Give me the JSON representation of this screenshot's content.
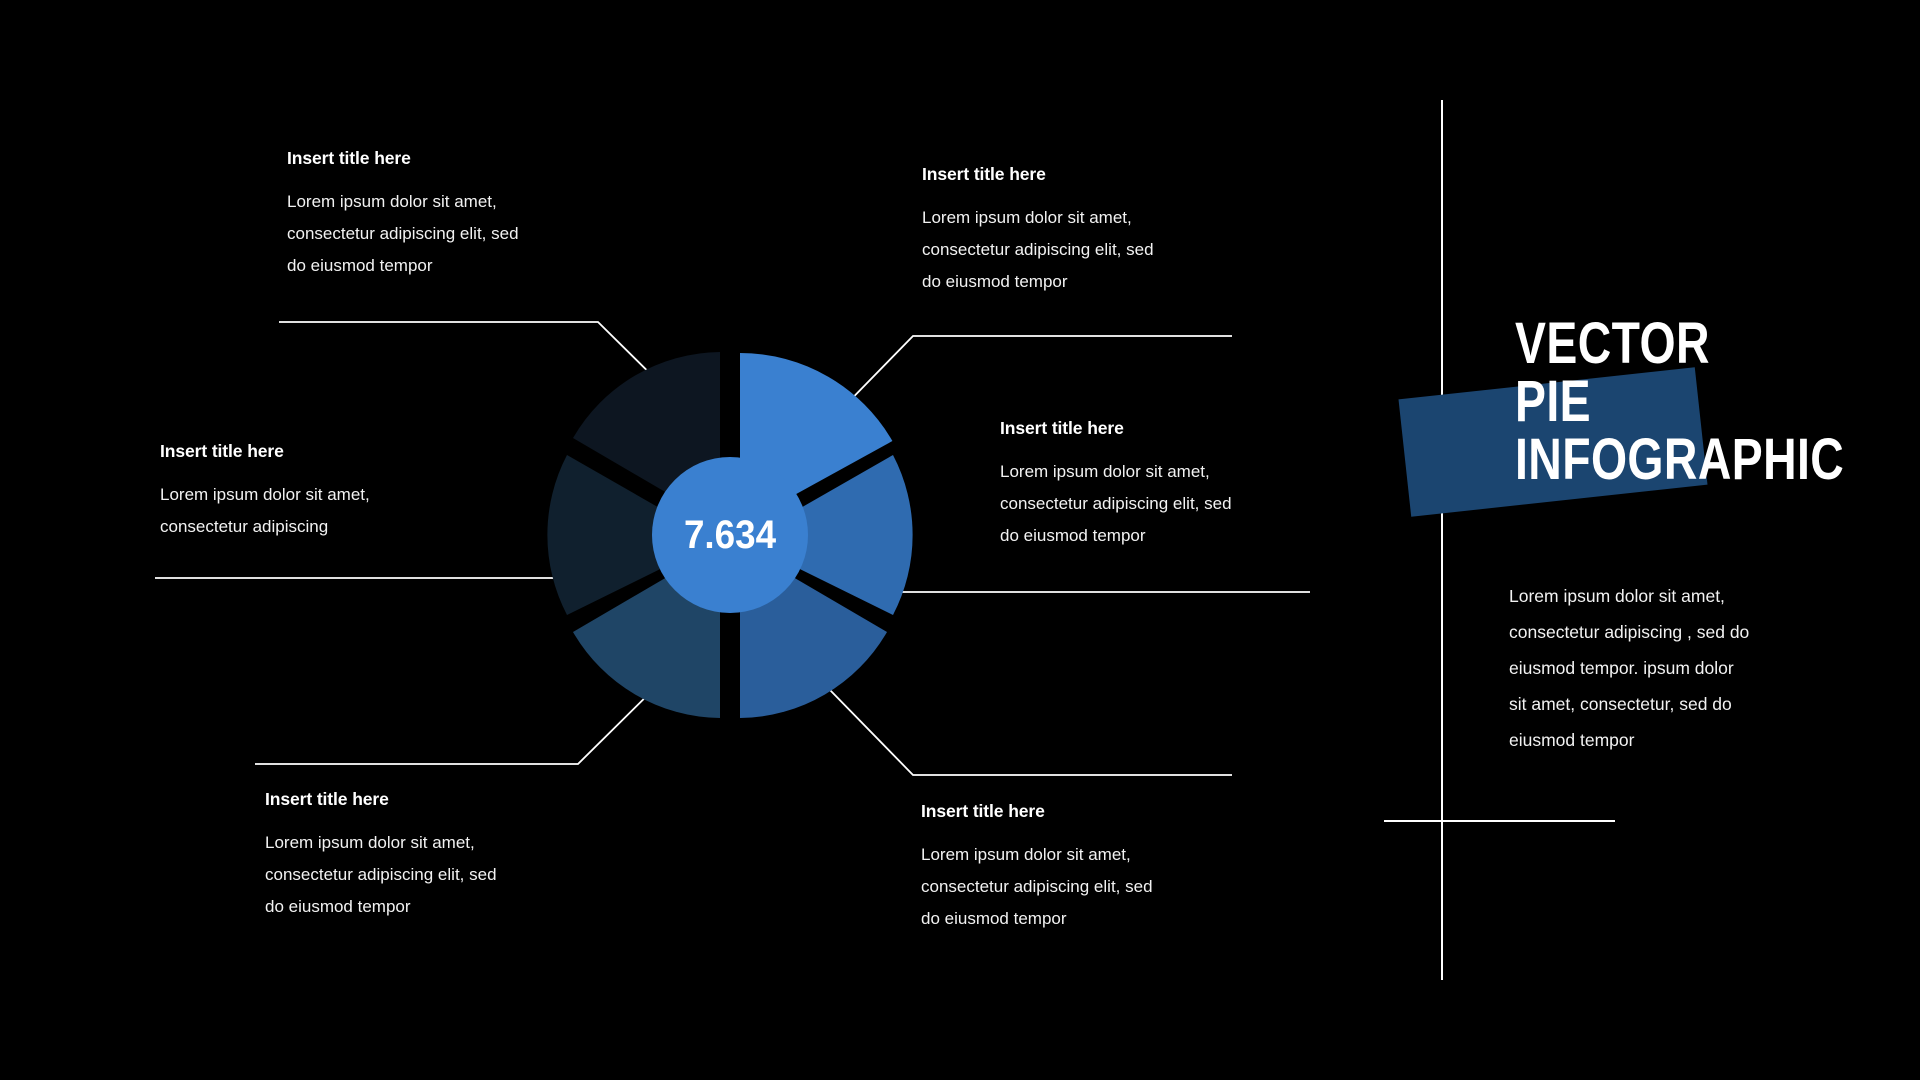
{
  "background_color": "#000000",
  "chart_data": {
    "type": "pie",
    "title": "Vector Pie Infographic",
    "center_value": "7.634",
    "center_color": "#3a80d0",
    "segments": [
      {
        "label": "Insert title here",
        "start_angle": 270,
        "end_angle": 330,
        "color": "#3a80d0",
        "position": "top-right"
      },
      {
        "label": "Insert title here",
        "start_angle": 330,
        "end_angle": 30,
        "color": "#2f6bb0",
        "position": "right"
      },
      {
        "label": "Insert title here",
        "start_angle": 30,
        "end_angle": 90,
        "color": "#2a5e9b",
        "position": "bottom-right"
      },
      {
        "label": "Insert title here",
        "start_angle": 90,
        "end_angle": 150,
        "color": "#1f4566",
        "position": "bottom-left"
      },
      {
        "label": "Insert title here",
        "start_angle": 150,
        "end_angle": 210,
        "color": "#10202e",
        "position": "left"
      },
      {
        "label": "Insert title here",
        "start_angle": 210,
        "end_angle": 270,
        "color": "#0d1621",
        "position": "top-left"
      }
    ],
    "legend_position": "around-chart",
    "grid": false
  },
  "callouts": [
    {
      "id": "top-left",
      "title": "Insert title here",
      "body": "Lorem ipsum dolor sit amet,\nconsectetur adipiscing elit, sed\ndo eiusmod tempor"
    },
    {
      "id": "top-right",
      "title": "Insert title here",
      "body": "Lorem ipsum dolor sit amet,\nconsectetur adipiscing elit, sed\ndo eiusmod tempor"
    },
    {
      "id": "mid-left",
      "title": "Insert title here",
      "body": "Lorem ipsum dolor sit amet,\nconsectetur adipiscing"
    },
    {
      "id": "mid-right",
      "title": "Insert title here",
      "body": "Lorem ipsum dolor sit amet,\nconsectetur adipiscing elit, sed\ndo eiusmod tempor"
    },
    {
      "id": "bottom-left",
      "title": "Insert title here",
      "body": "Lorem ipsum dolor sit amet,\nconsectetur adipiscing elit, sed\ndo eiusmod tempor"
    },
    {
      "id": "bottom-right",
      "title": "Insert title here",
      "body": "Lorem ipsum dolor sit amet,\nconsectetur adipiscing elit, sed\ndo eiusmod tempor"
    }
  ],
  "panel": {
    "title": "VECTOR\nPIE\nINFOGRAPHIC",
    "body": "Lorem ipsum dolor sit amet,\nconsectetur adipiscing , sed do\neiusmod tempor. ipsum dolor\nsit amet, consectetur, sed do\neiusmod tempor",
    "accent_color": "#1b4570",
    "rule_color": "#ffffff"
  }
}
